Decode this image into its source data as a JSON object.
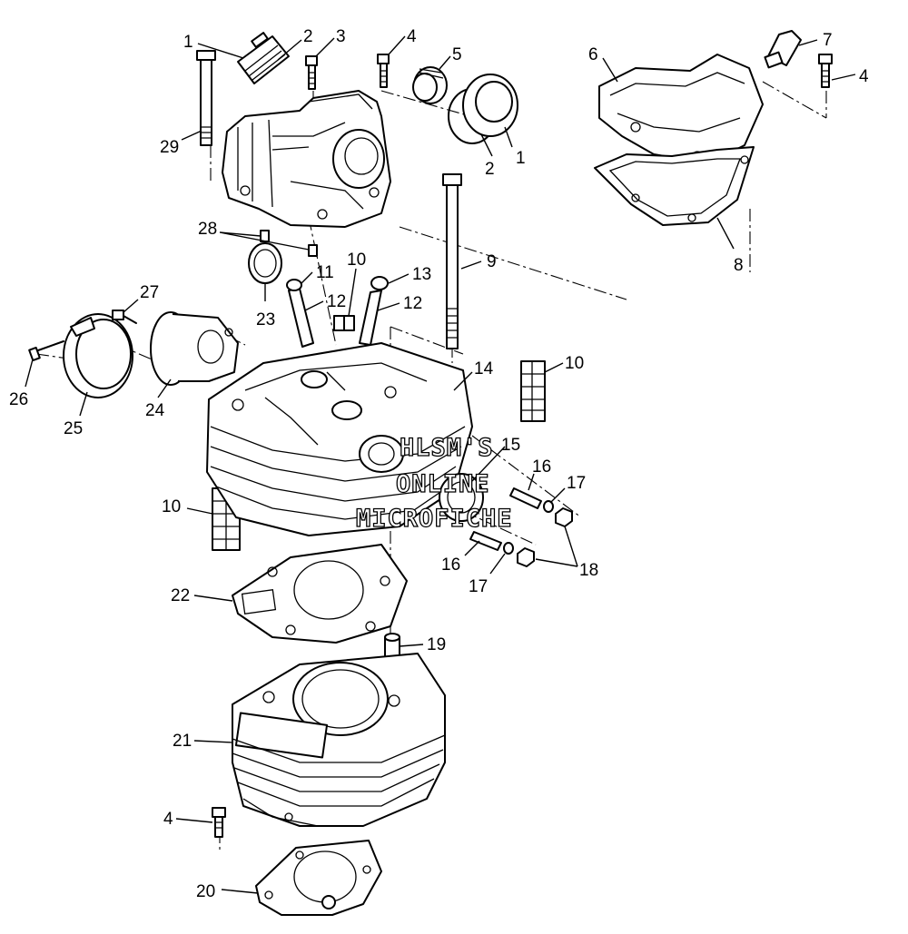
{
  "watermark": {
    "line1": "HLSM'S",
    "line2": "ONLINE",
    "line3": "MICROFICHE"
  },
  "callouts": {
    "c1a": "1",
    "c2a": "2",
    "c3": "3",
    "c4a": "4",
    "c5": "5",
    "c2b": "2",
    "c1b": "1",
    "c6": "6",
    "c7": "7",
    "c4b": "4",
    "c8": "8",
    "c29": "29",
    "c28": "28",
    "c10a": "10",
    "c11": "11",
    "c13": "13",
    "c9": "9",
    "c12a": "12",
    "c12b": "12",
    "c23": "23",
    "c27": "27",
    "c26": "26",
    "c25": "25",
    "c24": "24",
    "c14": "14",
    "c10b": "10",
    "c15": "15",
    "c16a": "16",
    "c17a": "17",
    "c10c": "10",
    "c16b": "16",
    "c17b": "17",
    "c18": "18",
    "c22": "22",
    "c19": "19",
    "c21": "21",
    "c4c": "4",
    "c20": "20"
  }
}
